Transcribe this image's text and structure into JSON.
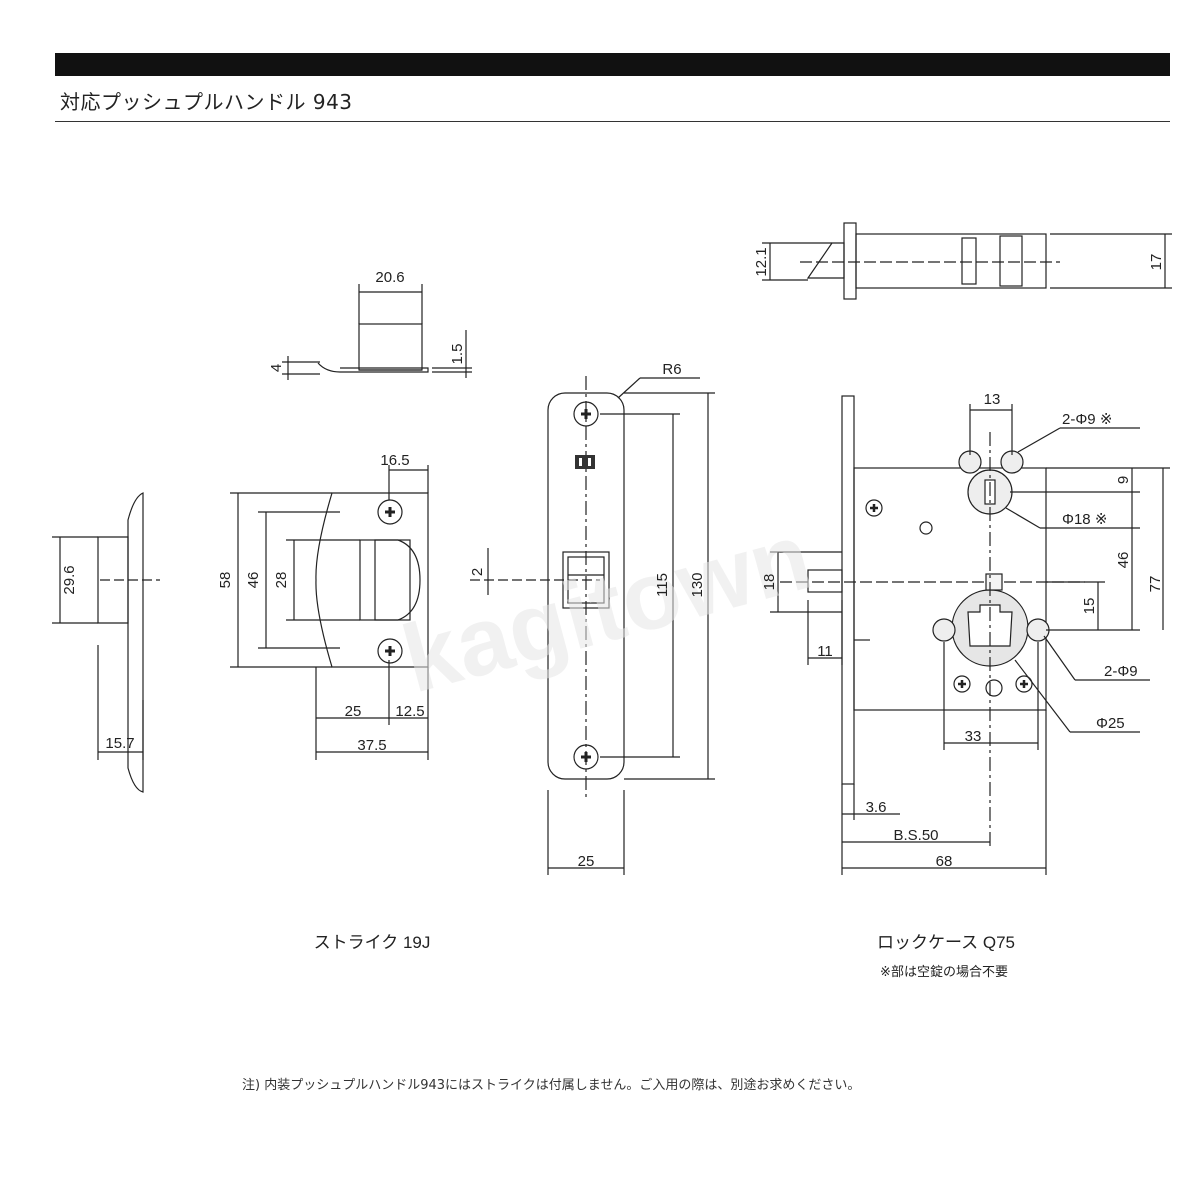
{
  "header": {
    "title": "対応プッシュプルハンドル 943"
  },
  "strike": {
    "caption": "ストライク 19J",
    "dims": {
      "top_width": "20.6",
      "thickness": "1.5",
      "lip_offset": "4",
      "height_total": "29.6",
      "depth": "15.7",
      "plate_height": "58",
      "inner_height": "46",
      "box_height": "28",
      "hole_offset": "16.5",
      "bottom_left": "25",
      "bottom_right": "12.5",
      "overall_width": "37.5"
    }
  },
  "faceplate": {
    "radius": "R6",
    "offset": "2",
    "screw_pitch": "115",
    "length": "130",
    "width": "25"
  },
  "lockcase": {
    "caption": "ロックケース Q75",
    "note": "※部は空錠の場合不要",
    "dims": {
      "top_thickness": "12.1",
      "top_height": "17",
      "hole_spacing": "13",
      "holes_top": "2-Φ9 ※",
      "cyl_hole": "Φ18 ※",
      "top_offset": "9",
      "mid_height": "46",
      "overall_height": "77",
      "latch_height": "18",
      "lower_offset": "15",
      "latch_proj": "11",
      "holes_bottom": "2-Φ9",
      "spindle": "Φ25",
      "bottom_spacing": "33",
      "front_thick": "3.6",
      "backset": "B.S.50",
      "overall_width": "68"
    }
  },
  "watermark": "kagitown",
  "footnote": "注) 内装プッシュプルハンドル943にはストライクは付属しません。ご入用の際は、別途お求めください。"
}
